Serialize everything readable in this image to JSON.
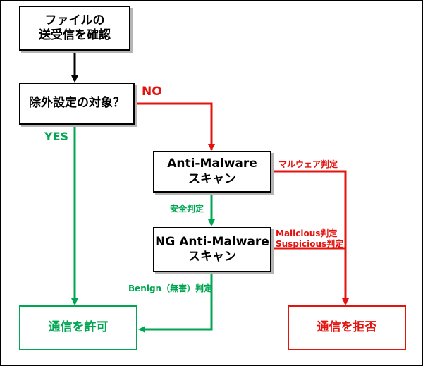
{
  "nodes": {
    "check": "ファイルの\n送受信を確認",
    "exclusion": "除外設定の対象？",
    "antimalware": "Anti-Malware\nスキャン",
    "ng_antimalware": "NG Anti-Malware\nスキャン",
    "allow": "通信を許可",
    "deny": "通信を拒否"
  },
  "labels": {
    "no": "NO",
    "yes": "YES",
    "malware_verdict": "マルウェア判定",
    "safe_verdict": "安全判定",
    "malicious_verdict": "Malicious判定",
    "suspicious_verdict": "Suspicious判定",
    "benign_verdict": "Benign（無害）判定"
  },
  "colors": {
    "black": "#000000",
    "green": "#00a651",
    "red": "#e3130e",
    "shadow": "#b5b5b5"
  }
}
